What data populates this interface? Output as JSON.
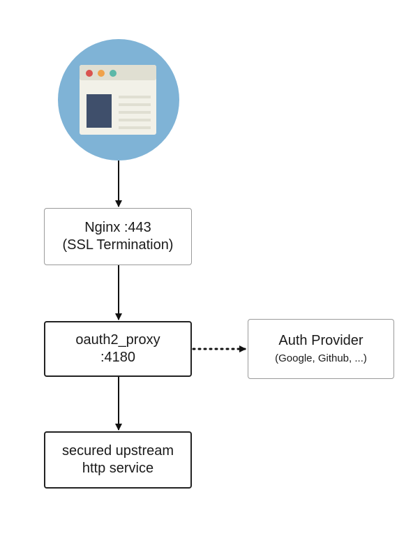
{
  "colors": {
    "browser_circle": "#7fb3d6",
    "browser_window": "#f2f1e8",
    "browser_titlebar": "#e0dfd2",
    "dot_red": "#d9534f",
    "dot_orange": "#f0a24a",
    "dot_teal": "#5cb8a8",
    "sidebar_block": "#3f4f6b",
    "content_lines": "#e0dfd2",
    "edge": "#111111"
  },
  "icons": {
    "browser": "browser-window-icon"
  },
  "nodes": {
    "nginx": {
      "line1": "Nginx :443",
      "line2": "(SSL Termination)"
    },
    "oauth": {
      "line1": "oauth2_proxy",
      "line2": ":4180"
    },
    "auth": {
      "line1": "Auth Provider",
      "line2": "(Google, Github, ...)"
    },
    "upstream": {
      "line1": "secured upstream",
      "line2": "http service"
    }
  },
  "edges": [
    {
      "from": "browser",
      "to": "nginx",
      "style": "solid"
    },
    {
      "from": "nginx",
      "to": "oauth",
      "style": "solid"
    },
    {
      "from": "oauth",
      "to": "upstream",
      "style": "solid"
    },
    {
      "from": "oauth",
      "to": "auth",
      "style": "dotted"
    }
  ]
}
